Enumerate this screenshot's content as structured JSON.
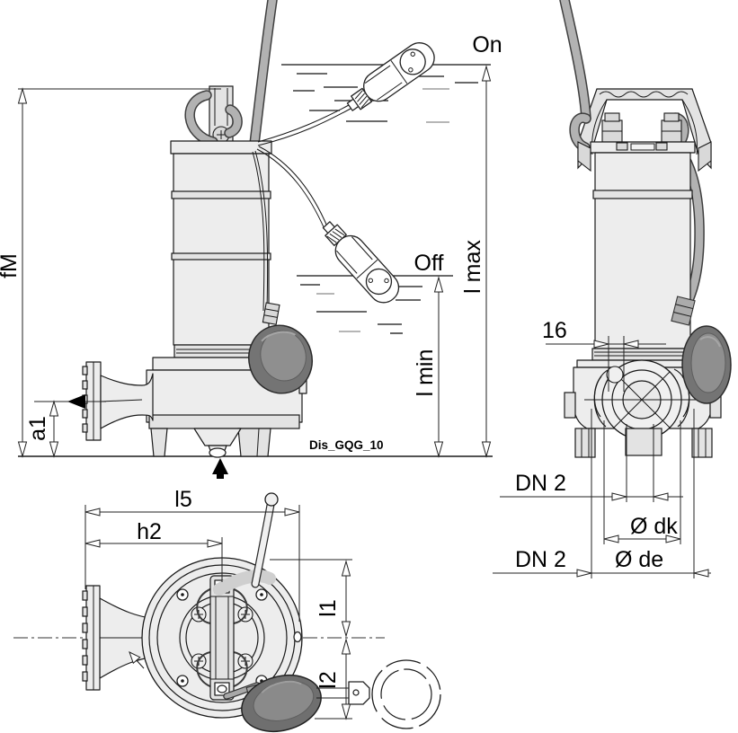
{
  "drawing_code": "Dis_GQG_10",
  "side_view": {
    "fm": "fM",
    "a1": "a1",
    "on": "On",
    "off": "Off",
    "l_max": "l max",
    "l_min": "l min"
  },
  "front_view": {
    "dim16": "16",
    "dn2_top": "DN 2",
    "dia_dk": "Ø dk",
    "dn2_bottom": "DN 2",
    "dia_de": "Ø de"
  },
  "top_view": {
    "l5": "l5",
    "h2": "h2",
    "l1": "l1",
    "l2": "l2"
  },
  "colors": {
    "line": "#1a1a1a",
    "body_fill": "#ededed",
    "cable_gray": "#b2b2b2",
    "float_dark": "#747474",
    "float_inner": "#8f8f8f",
    "background": "#ffffff"
  }
}
